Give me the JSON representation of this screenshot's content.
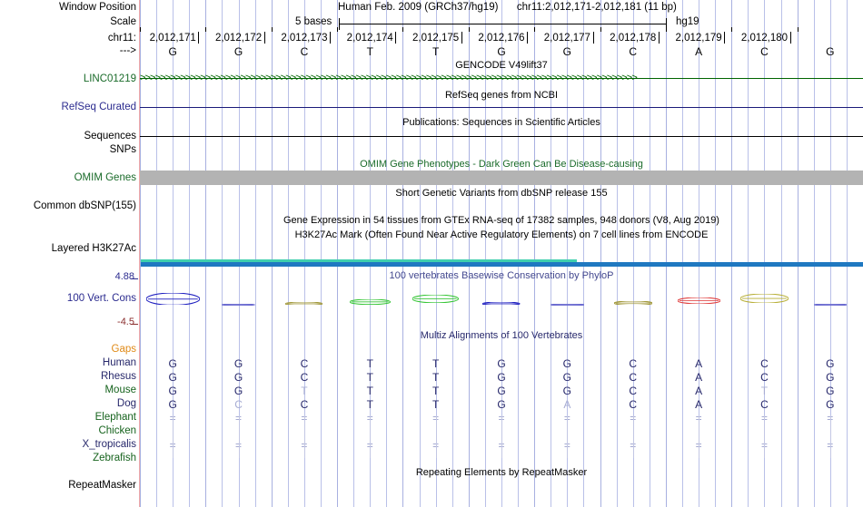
{
  "header": {
    "window_position_label": "Window Position",
    "assembly_title": "Human Feb. 2009 (GRCh37/hg19)",
    "position": "chr11:2,012,171-2,012,181 (11 bp)",
    "scale_label": "Scale",
    "scale_value": "5 bases",
    "db_label": "hg19",
    "chrom_label": "chr11:",
    "strand_label": "--->"
  },
  "ruler": {
    "ticks": [
      "2,012,171",
      "2,012,172",
      "2,012,173",
      "2,012,174",
      "2,012,175",
      "2,012,176",
      "2,012,177",
      "2,012,178",
      "2,012,179",
      "2,012,180"
    ],
    "bases": [
      "G",
      "G",
      "C",
      "T",
      "T",
      "G",
      "G",
      "C",
      "A",
      "C",
      "G"
    ]
  },
  "tracks": [
    {
      "label": "LINC01219",
      "center": "GENCODE V49lift37",
      "label_color": "#1a6b2a"
    },
    {
      "label": "RefSeq Curated",
      "center": "RefSeq genes from NCBI",
      "label_color": "#2b2b8f"
    },
    {
      "label": "Sequences",
      "center": "Publications: Sequences in Scientific Articles",
      "label_color": "#000000"
    },
    {
      "label": "SNPs",
      "center": "",
      "label_color": "#000000"
    },
    {
      "label": "OMIM Genes",
      "center": "OMIM Gene Phenotypes - Dark Green Can Be Disease-causing",
      "label_color": "#1a6b2a"
    },
    {
      "label": "Common dbSNP(155)",
      "center": "Short Genetic Variants from dbSNP release 155",
      "label_color": "#000000"
    },
    {
      "label": "Layered H3K27Ac",
      "center": "Gene Expression in 54 tissues from GTEx RNA-seq of 17382 samples, 948 donors (V8, Aug 2019)",
      "label_color": "#000000"
    },
    {
      "label": "",
      "center": "H3K27Ac Mark (Often Found Near Active Regulatory Elements) on 7 cell lines from ENCODE",
      "label_color": "#000000"
    },
    {
      "label": "RepeatMasker",
      "center": "Repeating Elements by RepeatMasker",
      "label_color": "#000000"
    }
  ],
  "conservation": {
    "track_label": "100 Vert. Cons",
    "center_label": "100 vertebrates Basewise Conservation by PhyloP",
    "axis_max": "4.88",
    "axis_min": "-4.5",
    "values": [
      2.1,
      0.2,
      -0.6,
      0.9,
      1.4,
      0.6,
      0.3,
      -0.7,
      -1.1,
      -1.6,
      0.2
    ]
  },
  "multiz": {
    "center_label": "Multiz Alignments of 100 Vertebrates",
    "gaps_label": "Gaps",
    "species": [
      {
        "name": "Human",
        "color": "#27286b"
      },
      {
        "name": "Rhesus",
        "color": "#27286b"
      },
      {
        "name": "Mouse",
        "color": "#16631d"
      },
      {
        "name": "Dog",
        "color": "#27286b"
      },
      {
        "name": "Elephant",
        "color": "#16631d"
      },
      {
        "name": "Chicken",
        "color": "#16631d"
      },
      {
        "name": "X_tropicalis",
        "color": "#27286b"
      },
      {
        "name": "Zebrafish",
        "color": "#16631d"
      }
    ],
    "alignment": [
      {
        "species": "Human",
        "bases": [
          "G",
          "G",
          "C",
          "T",
          "T",
          "G",
          "G",
          "C",
          "A",
          "C",
          "G"
        ],
        "faint": [
          false,
          false,
          false,
          false,
          false,
          false,
          false,
          false,
          false,
          false,
          false
        ]
      },
      {
        "species": "Rhesus",
        "bases": [
          "G",
          "G",
          "C",
          "T",
          "T",
          "G",
          "G",
          "C",
          "A",
          "C",
          "G"
        ],
        "faint": [
          false,
          false,
          false,
          false,
          false,
          false,
          false,
          false,
          false,
          false,
          false
        ]
      },
      {
        "species": "Mouse",
        "bases": [
          "G",
          "G",
          "T",
          "T",
          "T",
          "G",
          "G",
          "C",
          "A",
          "T",
          "G"
        ],
        "faint": [
          false,
          false,
          true,
          false,
          false,
          false,
          false,
          false,
          false,
          true,
          false
        ]
      },
      {
        "species": "Dog",
        "bases": [
          "G",
          "C",
          "C",
          "T",
          "T",
          "G",
          "A",
          "C",
          "A",
          "C",
          "G"
        ],
        "faint": [
          false,
          true,
          false,
          false,
          false,
          false,
          true,
          false,
          false,
          false,
          false
        ]
      },
      {
        "species": "Elephant",
        "bases": [
          "=",
          "=",
          "=",
          "=",
          "=",
          "=",
          "=",
          "=",
          "=",
          "=",
          "="
        ],
        "faint": [
          true,
          true,
          true,
          true,
          true,
          true,
          true,
          true,
          true,
          true,
          true
        ]
      },
      {
        "species": "Chicken",
        "bases": [
          "",
          "",
          "",
          "",
          "",
          "",
          "",
          "",
          "",
          "",
          ""
        ],
        "faint": [
          true,
          true,
          true,
          true,
          true,
          true,
          true,
          true,
          true,
          true,
          true
        ]
      },
      {
        "species": "X_tropicalis",
        "bases": [
          "=",
          "=",
          "=",
          "=",
          "=",
          "=",
          "=",
          "=",
          "=",
          "=",
          "="
        ],
        "faint": [
          true,
          true,
          true,
          true,
          true,
          true,
          true,
          true,
          true,
          true,
          true
        ]
      },
      {
        "species": "Zebrafish",
        "bases": [
          "",
          "",
          "",
          "",
          "",
          "",
          "",
          "",
          "",
          "",
          ""
        ],
        "faint": [
          true,
          true,
          true,
          true,
          true,
          true,
          true,
          true,
          true,
          true,
          true
        ]
      }
    ]
  },
  "colors": {
    "gridline": "#b9c0e8",
    "left_rule": "#f2a9a9",
    "gene_green": "#006400",
    "refseq_blue": "#1b1b7a",
    "omim_gray": "#b3b3b3",
    "h3k27ac_teal": "#3fcfae",
    "h3k27ac_blue": "#1f78c1",
    "conservation_label": "#8b2f2f"
  }
}
